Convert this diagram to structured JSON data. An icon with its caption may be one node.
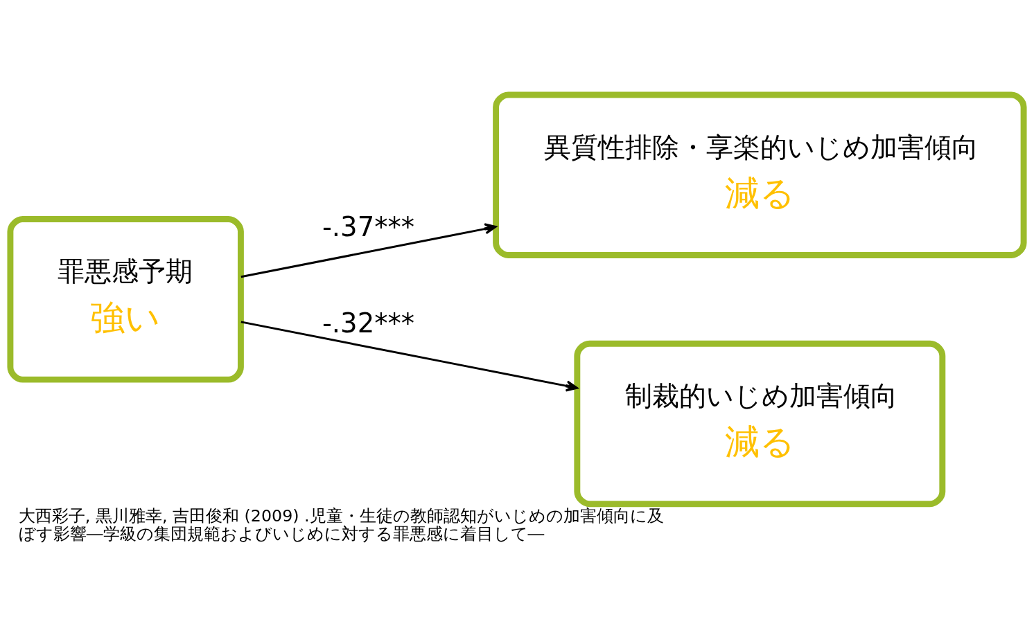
{
  "diagram": {
    "caption": "大西彩子, 黒川雅幸, 吉田俊和 (2009) .児童・生徒の教師認知がいじめの加害傾向に及ぼす影響―学級の集団規範およびいじめに対する罪悪感に着目して―",
    "nodes": [
      {
        "text": [
          "罪悪感予期",
          "強い"
        ]
      },
      {
        "text": [
          "異質性排除・享楽的いじめ加害傾向",
          "減る"
        ]
      },
      {
        "text": [
          "制裁的いじめ加害傾向",
          "減る"
        ]
      }
    ],
    "edges": [
      {
        "from": 0,
        "to": 1,
        "arrow": "to",
        "label": "-.37***"
      },
      {
        "from": 0,
        "to": 2,
        "arrow": "to",
        "label": "-.32***"
      }
    ]
  }
}
